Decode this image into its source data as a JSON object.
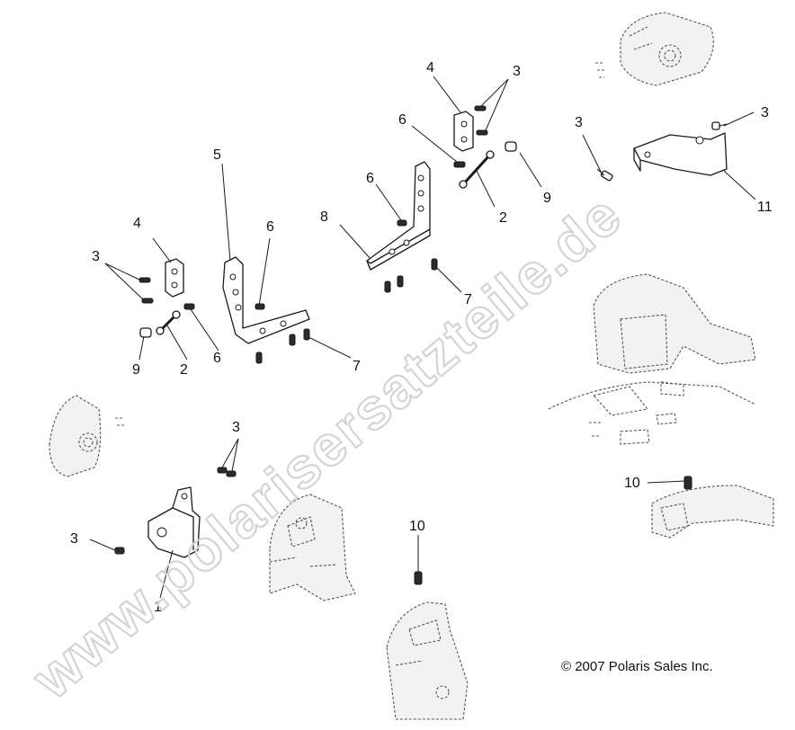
{
  "watermark": "www.polarisersatzteile.de",
  "copyright": "© 2007 Polaris Sales Inc.",
  "callouts": {
    "c1": "1",
    "c2a": "2",
    "c2b": "2",
    "c3a": "3",
    "c3b": "3",
    "c3c": "3",
    "c3d": "3",
    "c3e": "3",
    "c3f": "3",
    "c4a": "4",
    "c4b": "4",
    "c5": "5",
    "c6a": "6",
    "c6b": "6",
    "c6c": "6",
    "c6d": "6",
    "c7a": "7",
    "c7b": "7",
    "c8": "8",
    "c9a": "9",
    "c9b": "9",
    "c10a": "10",
    "c10b": "10",
    "c11": "11"
  }
}
